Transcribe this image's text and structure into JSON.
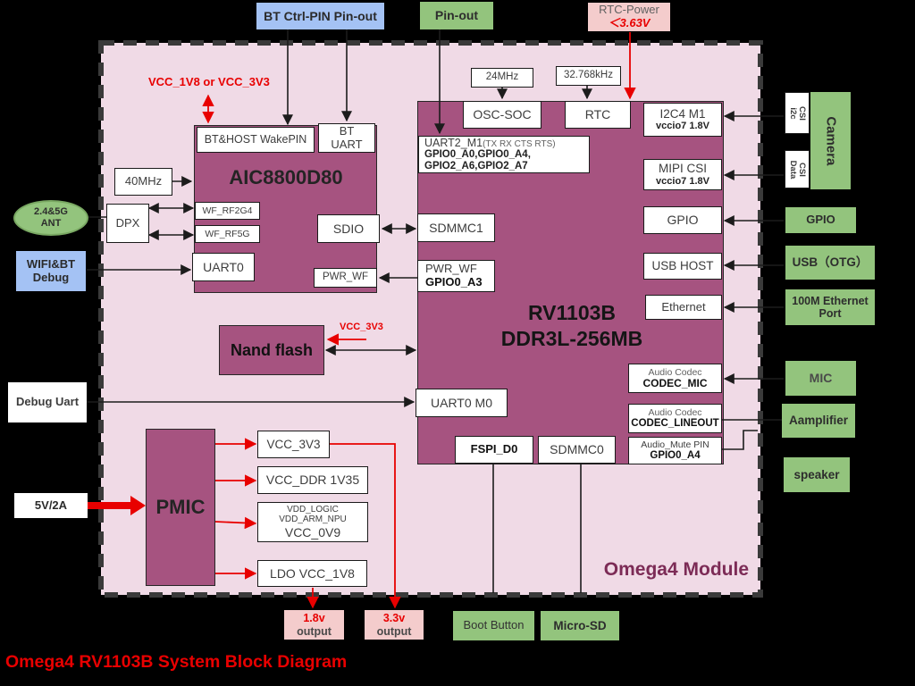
{
  "title": "Omega4 RV1103B System Block Diagram",
  "colors": {
    "plum_block": "#a65380",
    "module_fill": "#f0dae6",
    "green_box": "#93c47d",
    "blue_box": "#a4c2f4",
    "pink_box": "#f4cccc",
    "red_accent": "#e80000"
  },
  "external": {
    "bt_ctrl_pinout": "BT Ctrl-PIN Pin-out",
    "pinout": "Pin-out",
    "rtc_power": {
      "label": "RTC-Power",
      "limit": "＜3.63V"
    },
    "ant": "2.4&5G\nANT",
    "wifibt_debug": "WIFI&BT\nDebug",
    "debug_uart": "Debug Uart",
    "power_input": "5V/2A",
    "camera": {
      "label": "Camera",
      "csi_i2c": "CSI\ni2c",
      "csi_data": "CSI\nData"
    },
    "gpio": "GPIO",
    "usb_otg": "USB（OTG）",
    "ethernet_port": "100M Ethernet\nPort",
    "mic": "MIC",
    "amplifier": "Aamplifier",
    "speaker": "speaker",
    "output_1v8": {
      "v": "1.8v",
      "label": "output"
    },
    "output_3v3": {
      "v": "3.3v",
      "label": "output"
    },
    "boot_button": "Boot Button",
    "micro_sd": "Micro-SD"
  },
  "module": {
    "label": "Omega4 Module",
    "notes": {
      "wake_power": "VCC_1V8 or VCC_3V3",
      "nand_power": "VCC_3V3"
    },
    "clocks": {
      "mhz24": "24MHz",
      "khz32": "32.768kHz",
      "mhz40": "40MHz"
    },
    "dpx": "DPX",
    "nand": "Nand flash",
    "aic": {
      "title": "AIC8800D80",
      "wakepin": "BT&HOST WakePIN",
      "bt_uart": "BT\nUART",
      "wf_rf2g4": "WF_RF2G4",
      "wf_rf5g": "WF_RF5G",
      "sdio": "SDIO",
      "uart0": "UART0",
      "pwr_wf": "PWR_WF"
    },
    "soc": {
      "title": "RV1103B\nDDR3L-256MB",
      "osc": "OSC-SOC",
      "rtc": "RTC",
      "uart2": {
        "name": "UART2_M1",
        "pins": "(TX RX CTS RTS)",
        "gpio1": "GPIO0_A0,GPIO0_A4,",
        "gpio2": "GPIO2_A6,GPIO2_A7"
      },
      "sdmmc1": "SDMMC1",
      "pwr_wf": {
        "name": "PWR_WF",
        "pin": "GPIO0_A3"
      },
      "i2c4": {
        "name": "I2C4 M1",
        "v": "vccio7 1.8V"
      },
      "mipi": {
        "name": "MIPI CSI",
        "v": "vccio7 1.8V"
      },
      "gpio": "GPIO",
      "usb_host": "USB HOST",
      "ethernet": "Ethernet",
      "codec_mic": {
        "t": "Audio Codec",
        "name": "CODEC_MIC"
      },
      "codec_lineout": {
        "t": "Audio Codec",
        "name": "CODEC_LINEOUT"
      },
      "mute": {
        "t": "Audio_Mute PIN",
        "pin": "GPIO0_A4"
      },
      "uart0_m0": "UART0 M0",
      "fspi": "FSPI_D0",
      "sdmmc0": "SDMMC0"
    },
    "pmic": {
      "title": "PMIC",
      "out_3v3": "VCC_3V3",
      "out_ddr": "VCC_DDR 1V35",
      "out_logic": {
        "l1": "VDD_LOGIC",
        "l2": "VDD_ARM_NPU",
        "l3": "VCC_0V9"
      },
      "out_ldo": "LDO VCC_1V8"
    }
  }
}
